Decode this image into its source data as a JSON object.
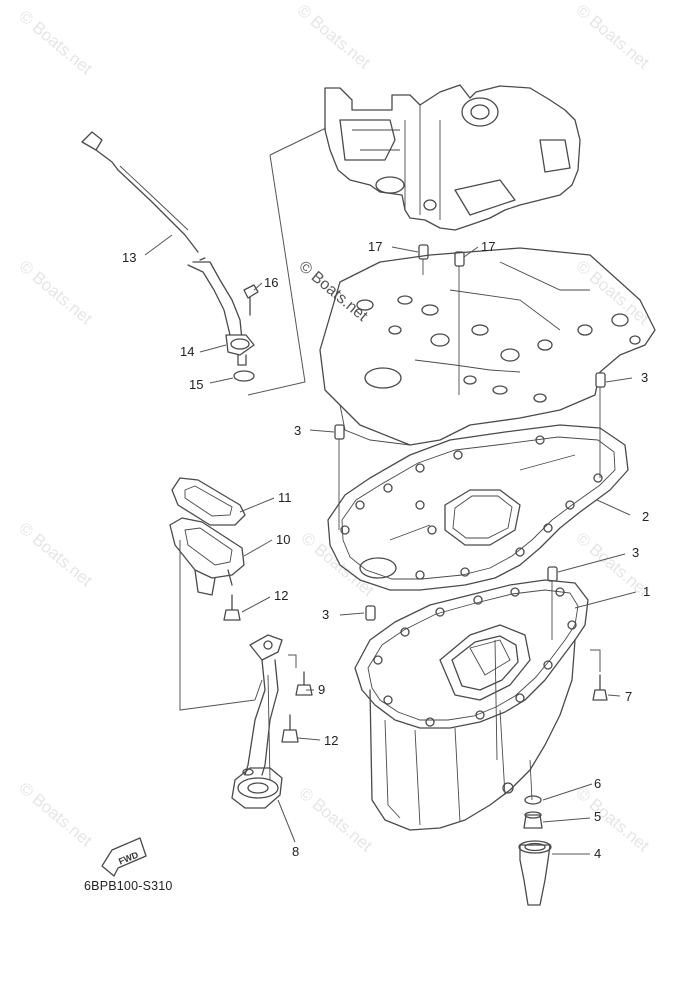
{
  "diagram_code": "6BPB100-S310",
  "watermark_text": "© Boats.net",
  "direction_label": "FWD",
  "callouts": {
    "c1": "1",
    "c2": "2",
    "c3a": "3",
    "c3b": "3",
    "c3c": "3",
    "c3d": "3",
    "c4": "4",
    "c5": "5",
    "c6": "6",
    "c7": "7",
    "c8": "8",
    "c9": "9",
    "c10": "10",
    "c11": "11",
    "c12a": "12",
    "c12b": "12",
    "c13": "13",
    "c14": "14",
    "c15": "15",
    "c16": "16",
    "c17a": "17",
    "c17b": "17"
  },
  "colors": {
    "line": "#4a4a4a",
    "watermark": "#e6e6e6"
  }
}
